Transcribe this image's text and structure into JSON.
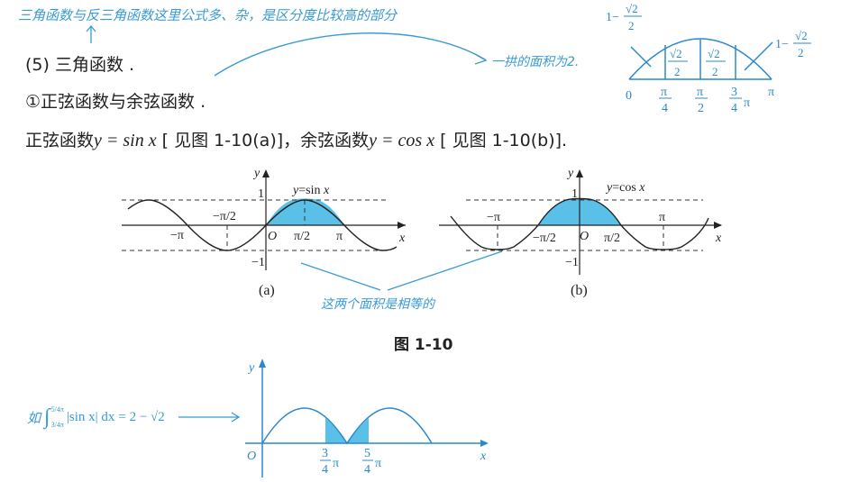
{
  "annotations": {
    "top_note": "三角函数与反三角函数这里公式多、杂，是区分度比较高的部分",
    "arch_area_note": "一拱的面积为2.",
    "equal_area_note": "这两个面积是相等的",
    "integral_note_prefix": "如",
    "integral_note": {
      "upper_bound_num": "5",
      "upper_bound_den": "4",
      "lower_bound_num": "3",
      "lower_bound_den": "4",
      "pi": "π",
      "integrand": "|sin x| dx",
      "result": "= 2 − √2"
    },
    "color": "#3a9bd4"
  },
  "body": {
    "section_heading": "(5) 三角函数 .",
    "subsection_heading": "①正弦函数与余弦函数 .",
    "sentence_part1": "正弦函数",
    "sentence_eq1": "y = sin x",
    "sentence_ref1": "[ 见图 1-10(a)]，余弦函数",
    "sentence_eq2": "y = cos x",
    "sentence_ref2": "[ 见图 1-10(b)]."
  },
  "arch_diagram": {
    "top_left_label": "1−√2/2",
    "top_right_label": "1−√2/2",
    "mid_labels": [
      "√2/2",
      "√2/2"
    ],
    "x_ticks": [
      "0",
      "π/4",
      "π/2",
      "3/4 π",
      "π"
    ]
  },
  "figure": {
    "title": "图 1-10",
    "panel_a_caption": "(a)",
    "panel_b_caption": "(b)"
  },
  "chart_data": [
    {
      "type": "line",
      "title": "y=sin x",
      "panel": "(a)",
      "xlabel": "x",
      "ylabel": "y",
      "x_tick_labels": [
        "−π",
        "−π/2",
        "O",
        "π/2",
        "π"
      ],
      "y_tick_labels": [
        "1",
        "−1"
      ],
      "function": "sin(x)",
      "xlim": [
        -4.2,
        4.5
      ],
      "ylim": [
        -1,
        1
      ],
      "shaded_region": {
        "from": 0,
        "to": "π",
        "color": "#5bc0e8"
      },
      "dashed_guides": [
        "y=1",
        "y=-1",
        "x=π/2",
        "x=-π/2"
      ]
    },
    {
      "type": "line",
      "title": "y=cos x",
      "panel": "(b)",
      "xlabel": "x",
      "ylabel": "y",
      "x_tick_labels": [
        "−π",
        "−π/2",
        "O",
        "π/2",
        "π"
      ],
      "y_tick_labels": [
        "1",
        "−1"
      ],
      "function": "cos(x)",
      "xlim": [
        -4.6,
        4.6
      ],
      "ylim": [
        -1,
        1
      ],
      "shaded_region": {
        "from": "−π/2",
        "to": "π/2",
        "color": "#5bc0e8"
      },
      "dashed_guides": [
        "y=1",
        "y=-1",
        "x=π",
        "x=-π"
      ]
    },
    {
      "type": "area",
      "title": "|sin x|",
      "xlabel": "x",
      "ylabel": "y",
      "origin_label": "O",
      "x_tick_labels": [
        "3/4 π",
        "5/4 π"
      ],
      "function": "|sin(x)|",
      "xlim": [
        0,
        2
      ],
      "xlim_unit": "π",
      "shaded_region": {
        "from": "3π/4",
        "to": "5π/4",
        "area": "2−√2",
        "color": "#5bc0e8"
      },
      "line_color": "#2a88cc"
    }
  ]
}
